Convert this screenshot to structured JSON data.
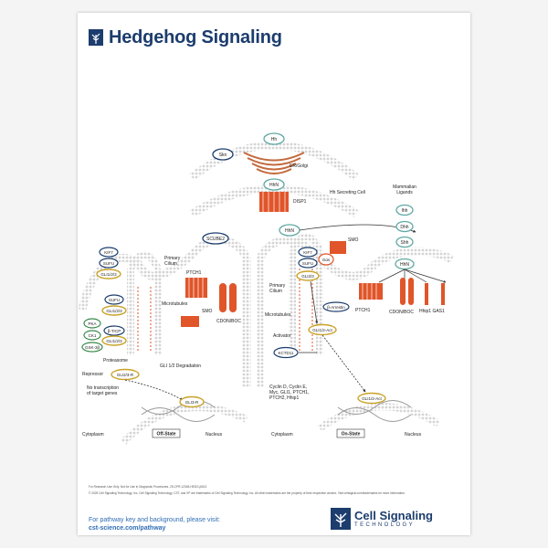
{
  "header": {
    "title": "Hedgehog Signaling"
  },
  "labels": {
    "hh": "Hh",
    "skn": "Skn",
    "er_golgi": "ER/Golgi",
    "hhn_top": "HhN",
    "disp1": "DISP1",
    "hh_secreting": "Hh Secreting Cell",
    "scube2": "SCUBE2",
    "hhn_mid": "HhN",
    "mammalian": "Mammalian",
    "ligands": "Ligands",
    "ihh": "Ihh",
    "dhh": "Dhh",
    "shh": "Shh",
    "hhn_right": "HhN",
    "hhip1_gas1": "Hhip1 GAS1",
    "cdon_boc_right": "CDON/BOC",
    "ptch1_right": "PTCH1",
    "kif7_l": "KIF7",
    "sufu_l": "SUFU",
    "gli_l1": "GLI1/2/3",
    "sufu_l2": "SUFU",
    "gli_l2": "GLI1/2/3",
    "pka": "PKA",
    "ck1": "CK1",
    "gsk": "GSK-3β",
    "btrcp": "β-TrCP",
    "gli_l3": "GLI1/2/3",
    "primary_cilium_l": "Primary",
    "cilium_l": "Cilium",
    "microtubules_l": "Microtubules",
    "ptch1_left": "PTCH1",
    "smo_left": "SMO",
    "cdon_boc_left": "CDON/BOC",
    "proteasome": "Proteasome",
    "gli_deg": "GLI 1/2 Degradation",
    "repressor": "Repressor",
    "gli3r_box": "GLI2/3-R",
    "no_trans1": "No transcription",
    "no_trans2": "of target genes",
    "gli3r": "GLI3-R",
    "cytoplasm_l": "Cytoplasm",
    "off_state": "Off-State",
    "nucleus_l": "Nucleus",
    "primary_cilium_m": "Primary",
    "cilium_m": "Cilium",
    "kif7_r": "KIF7",
    "sufu_r": "SUFU",
    "gas_r": "Gαs",
    "smo_right": "SMO",
    "gli_r": "GLI2/3",
    "microtubules_r": "Microtubules",
    "barrestin": "β-Arrestin",
    "activator": "Activator",
    "gli_act_r": "GLI1/2-Act",
    "kctd11": "KCTD11",
    "targets1": "Cyclin D, Cyclin E,",
    "targets2": "Myc, GLI1, PTCH1,",
    "targets3": "PTCH2, Hhip1",
    "gli_act_nuc": "GLI1/2-Act",
    "cytoplasm_r": "Cytoplasm",
    "on_state": "On-State",
    "nucleus_r": "Nucleus"
  },
  "footer": {
    "research_line": "For Research Use Only. Not for Use in Diagnostic Procedures.  25-CPR-12345-HEDG-j0621",
    "copyright_line": "© 2025 Cell Signaling Technology, Inc. Cell Signaling Technology, CST, and XP are trademarks of Cell Signaling Technology, Inc. All other trademarks are the property of their respective owners. Visit cellsignal.com/trademarks for more information.",
    "visit_line": "For pathway key and background, please visit:",
    "url": "cst-science.com/pathway"
  },
  "brand": {
    "name": "Cell Signaling",
    "sub": "TECHNOLOGY"
  },
  "colors": {
    "navy": "#1c3d6e",
    "orange": "#e0552a",
    "gold": "#c9a227",
    "teal": "#5fa9a3",
    "blue": "#2f6db5",
    "membrane": "#cfcfcf"
  }
}
